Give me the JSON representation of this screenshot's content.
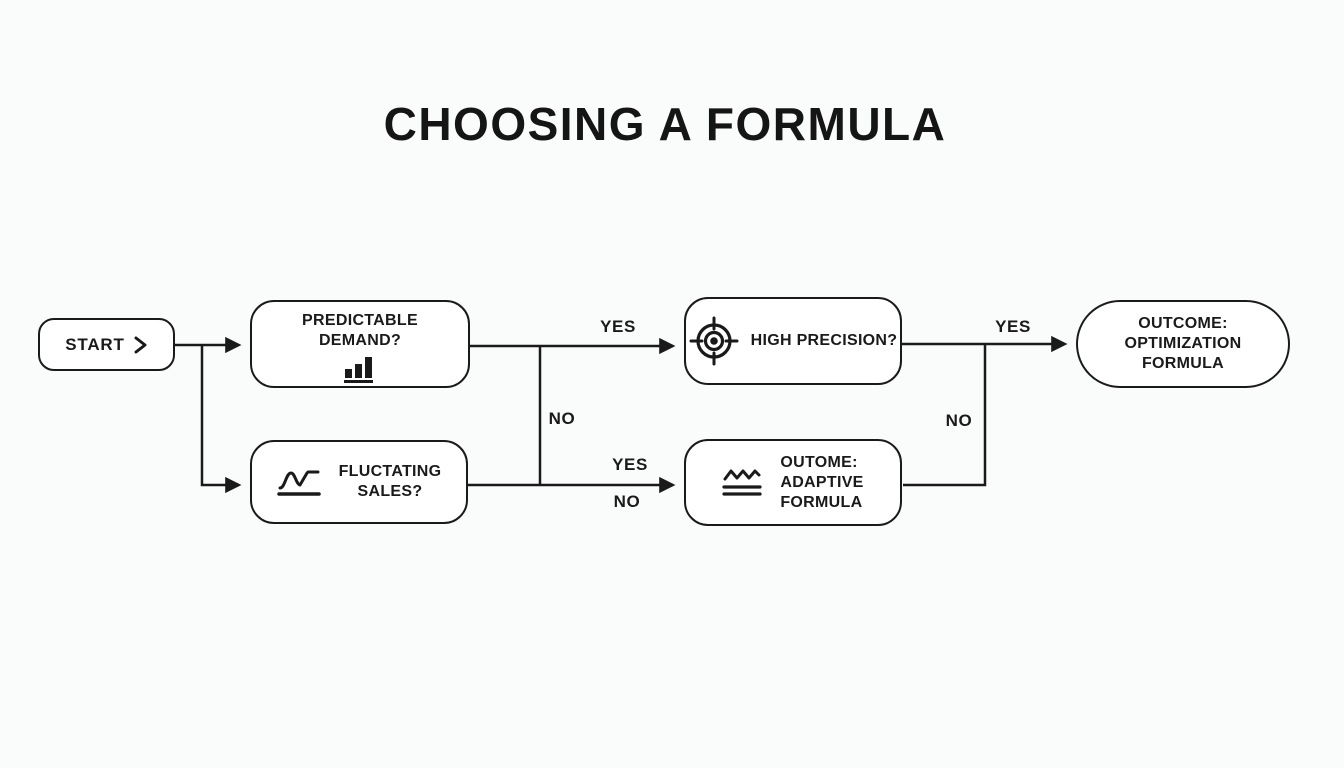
{
  "title": "CHOOSING A FORMULA",
  "colors": {
    "background": "#fafbfb",
    "line": "#1a1a1a",
    "node_fill": "#ffffff",
    "text": "#1a1a1a"
  },
  "nodes": {
    "start": {
      "label": "START",
      "icon": "chevron-right-icon"
    },
    "predictable_demand": {
      "label": "PREDICTABLE\nDEMAND?",
      "icon": "bar-chart-icon"
    },
    "fluctating_sales": {
      "label": "FLUCTATING\nSALES?",
      "icon": "fluctuation-wave-icon"
    },
    "high_precision": {
      "label": "HIGH PRECISION?",
      "icon": "target-icon"
    },
    "outcome_adaptive": {
      "label": "OUTOME:\nADAPTIVE\nFORMULA",
      "icon": "waves-icon"
    },
    "outcome_optimization": {
      "label": "OUTCOME:\nOPTIMIZATION\nFORMULA"
    }
  },
  "edge_labels": {
    "predictable_yes": "YES",
    "predictable_no": "NO",
    "fluctating_yes": "YES",
    "fluctating_no": "NO",
    "precision_yes": "YES",
    "precision_no": "NO"
  }
}
